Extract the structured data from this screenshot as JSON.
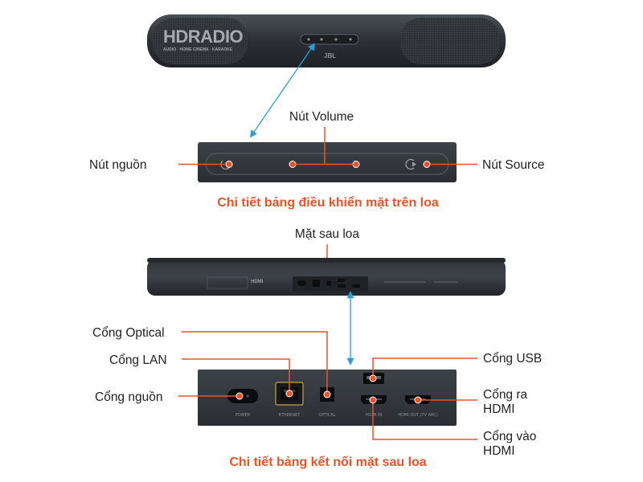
{
  "colors": {
    "accent": "#e8542a",
    "arrow": "#2a9fd6",
    "device": "#2e3238",
    "panel": "#3a3e44",
    "label_text": "#222222"
  },
  "watermark": {
    "brand": "HDRADIO",
    "tagline": "AUDIO · HOME CINEMA · KARAOKE"
  },
  "top_section": {
    "device_logo": "JBL",
    "labels": {
      "power": "Nút nguồn",
      "volume": "Nút Volume",
      "source": "Nút Source"
    },
    "caption": "Chi tiết bảng điều khiển mặt trên loa"
  },
  "rear_section": {
    "title": "Mặt sau loa",
    "device_markings": {
      "hdmi_logo": "HDMI"
    },
    "labels": {
      "optical": "Cổng Optical",
      "lan": "Cổng LAN",
      "power": "Cổng nguồn",
      "usb": "Cổng USB",
      "hdmi_out_line1": "Cổng ra",
      "hdmi_out_line2": "HDMI",
      "hdmi_in_line1": "Cổng vào",
      "hdmi_in_line2": "HDMI"
    },
    "port_markings": {
      "power": "POWER",
      "lan": "ETHERNET",
      "optical": "OPTICAL",
      "hdmi_in": "HDMI IN",
      "hdmi_out": "HDMI OUT (TV ARC)"
    },
    "caption": "Chi tiết bảng kết nối mặt sau loa"
  }
}
